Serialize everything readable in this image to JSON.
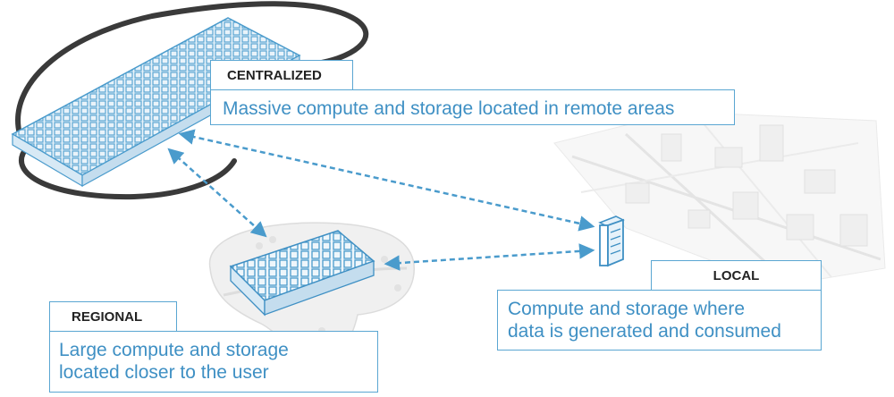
{
  "colors": {
    "accent": "#3f90c4",
    "line": "#4a9bcc",
    "label_border": "#5aa6d2",
    "label_text": "#222222"
  },
  "tiers": {
    "centralized": {
      "title": "CENTRALIZED",
      "description": [
        "Massive compute and storage located in remote areas"
      ]
    },
    "regional": {
      "title": "REGIONAL",
      "description": [
        "Large compute and storage",
        "located closer to the user"
      ]
    },
    "local": {
      "title": "LOCAL",
      "description": [
        "Compute and storage where",
        "data is generated and consumed"
      ]
    }
  }
}
